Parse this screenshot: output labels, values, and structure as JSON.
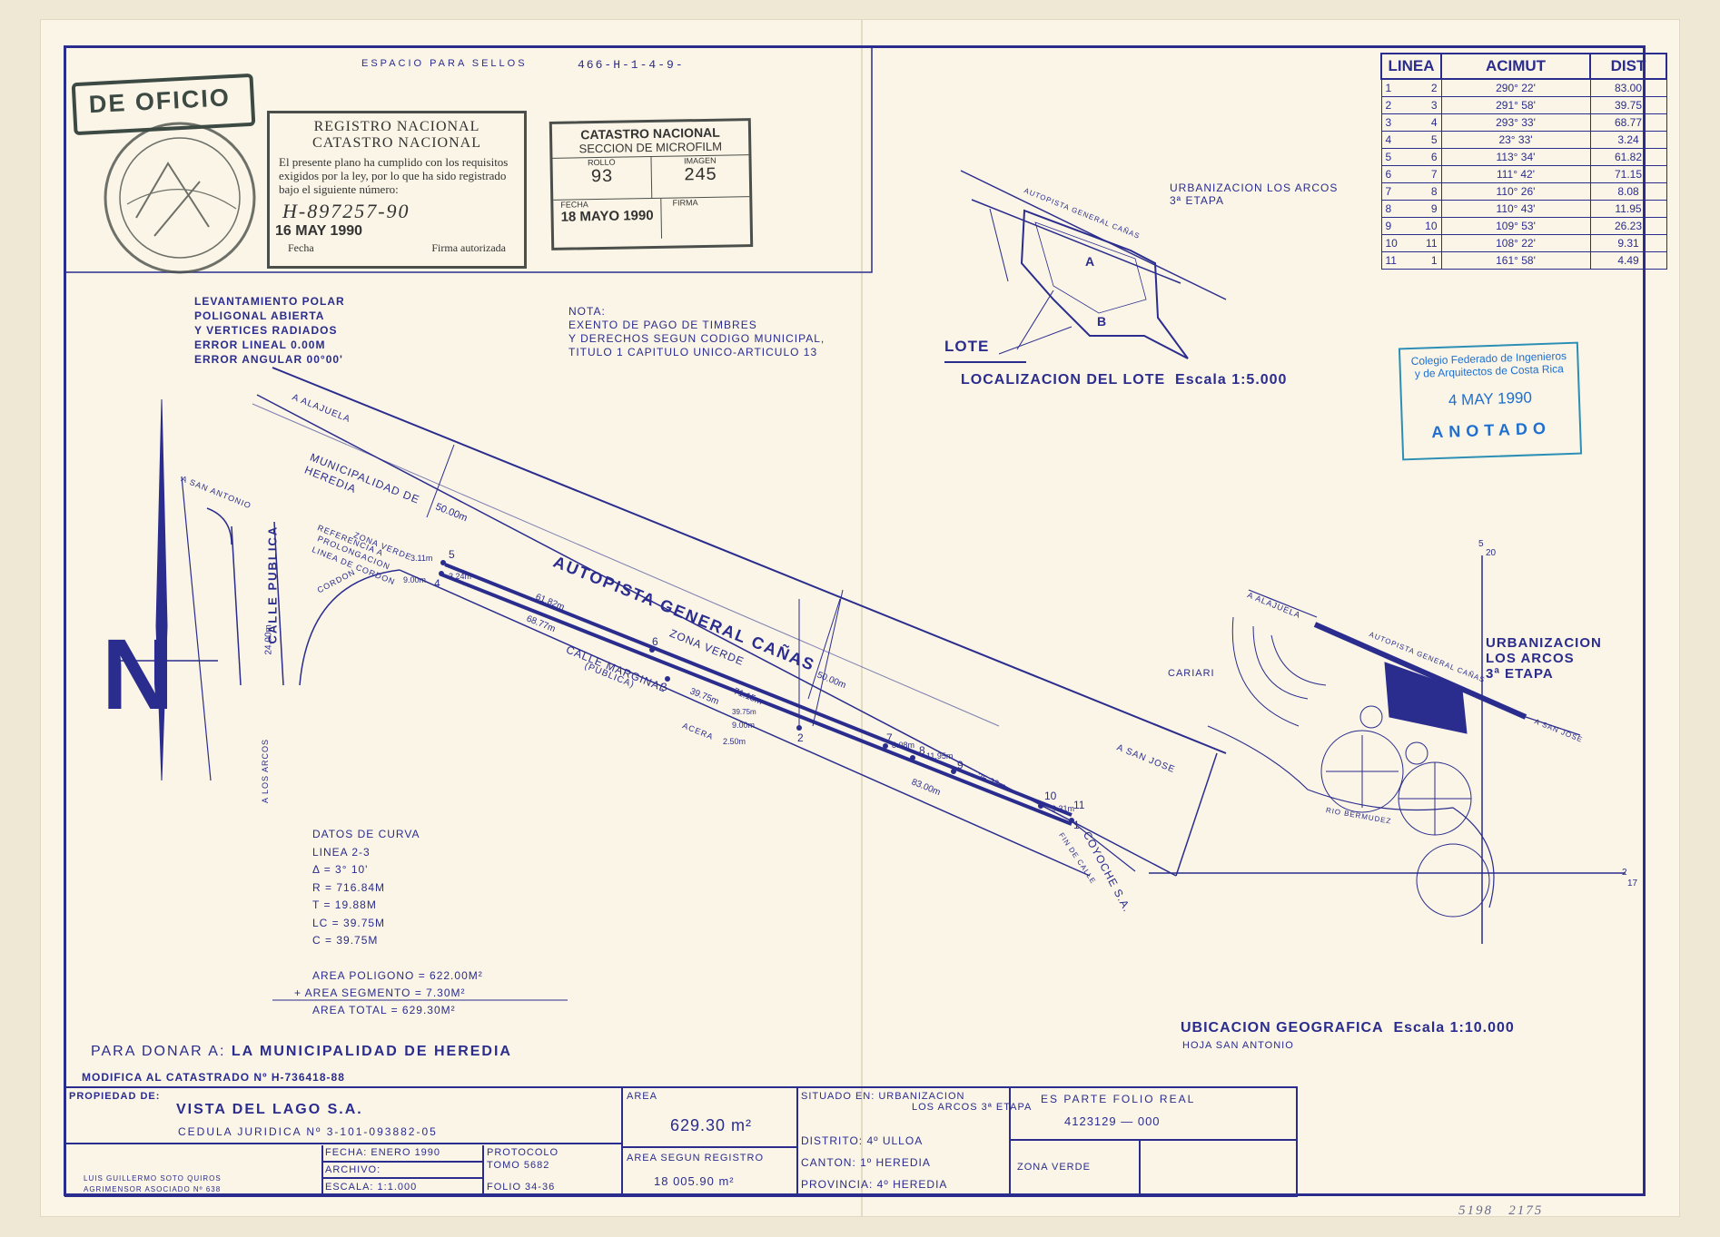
{
  "colors": {
    "ink": "#2a2c8e",
    "paper": "#faf5e6",
    "stamp_blue": "#1f6fd0",
    "stamp_gray": "#4b4f4b"
  },
  "header": {
    "espacio_sellos": "ESPACIO PARA SELLOS",
    "ref_code": "466-H-1-4-9-"
  },
  "stamps": {
    "de_oficio": "DE OFICIO",
    "registro": {
      "line1": "REGISTRO NACIONAL",
      "line2": "CATASTRO NACIONAL",
      "body": "El presente plano ha cumplido con los requisitos exigidos por la ley, por lo que ha sido registrado bajo el siguiente número:",
      "number": "H-897257-90",
      "date": "16 MAY 1990",
      "fecha_label": "Fecha",
      "firma_label": "Firma autorizada"
    },
    "catastro": {
      "title": "CATASTRO NACIONAL",
      "subtitle": "SECCION DE MICROFILM",
      "rollo_label": "ROLLO",
      "rollo": "93",
      "imagen_label": "IMAGEN",
      "imagen": "245",
      "fecha_label": "FECHA",
      "fecha": "18 MAYO 1990",
      "firma_label": "FIRMA"
    },
    "colegio": {
      "line1": "Colegio Federado de Ingenieros",
      "line2": "y de Arquitectos de Costa Rica",
      "date": "4 MAY 1990",
      "status": "ANOTADO"
    }
  },
  "bearing_table": {
    "headers": [
      "LINEA",
      "ACIMUT",
      "DIST"
    ],
    "rows": [
      [
        "1",
        "2",
        "290° 22'",
        "83.00"
      ],
      [
        "2",
        "3",
        "291° 58'",
        "39.75"
      ],
      [
        "3",
        "4",
        "293° 33'",
        "68.77"
      ],
      [
        "4",
        "5",
        "23° 33'",
        "3.24"
      ],
      [
        "5",
        "6",
        "113° 34'",
        "61.82"
      ],
      [
        "6",
        "7",
        "111° 42'",
        "71.15"
      ],
      [
        "7",
        "8",
        "110° 26'",
        "8.08"
      ],
      [
        "8",
        "9",
        "110° 43'",
        "11.95"
      ],
      [
        "9",
        "10",
        "109° 53'",
        "26.23"
      ],
      [
        "10",
        "11",
        "108° 22'",
        "9.31"
      ],
      [
        "11",
        "1",
        "161° 58'",
        "4.49"
      ]
    ]
  },
  "survey_notes": {
    "lines": [
      "LEVANTAMIENTO POLAR",
      "POLIGONAL ABIERTA",
      "Y VERTICES RADIADOS",
      "ERROR LINEAL 0.00m",
      "ERROR ANGULAR 00°00'"
    ]
  },
  "nota": {
    "title": "NOTA:",
    "lines": [
      "EXENTO DE PAGO DE TIMBRES",
      "Y DERECHOS SEGUN CODIGO MUNICIPAL,",
      "TITULO 1 CAPITULO UNICO-ARTICULO 13"
    ]
  },
  "location_map": {
    "urbanizacion": "URBANIZACION LOS ARCOS",
    "etapa": "3ª ETAPA",
    "autopista": "AUTOPISTA GENERAL CAÑAS",
    "lote": "LOTE",
    "label_a": "A",
    "label_b": "B",
    "title": "LOCALIZACION DEL LOTE",
    "scale": "Escala 1:5.000"
  },
  "main_map": {
    "north": "N",
    "a_alajuela": "A ALAJUELA",
    "a_san_antonio": "A SAN ANTONIO",
    "municipalidad": "MUNICIPALIDAD DE",
    "heredia": "HEREDIA",
    "width_top": "50.00m",
    "zona_verde_small": "ZONA VERDE",
    "referencia": "REFERENCIA A",
    "prolongacion": "PROLONGACION",
    "linea_cordon": "LINEA DE CORDON",
    "cordon": "CORDON",
    "d311": "3.11m",
    "d324": "3.24m",
    "d900a": "9.00m",
    "calle_publica": "CALLE PUBLICA",
    "d2400": "24.00m",
    "a_los_arcos": "A LOS ARCOS",
    "autopista": "AUTOPISTA GENERAL CAÑAS",
    "zona_verde": "ZONA VERDE",
    "calle_marginal": "CALLE MARGINAL",
    "publica": "(PUBLICA)",
    "width_mid": "50.00m",
    "d6182": "61.82m",
    "d6877": "68.77m",
    "d7115": "71.15m",
    "d3975a": "39.75m",
    "d3975b": "39.75m",
    "d900b": "9.00m",
    "acera": "ACERA",
    "d250": "2.50m",
    "d808": "8.08m",
    "d1195": "11.95m",
    "d2623": "26.23m",
    "d8300": "83.00m",
    "d931": "9.31m",
    "a_san_jose": "A SAN JOSE",
    "fin_calle": "FIN DE CALLE",
    "coyoche": "COYOCHE S.A.",
    "pt1": "1",
    "pt2": "2",
    "pt3": "3",
    "pt4": "4",
    "pt5": "5",
    "pt6": "6",
    "pt7": "7",
    "pt8": "8",
    "pt9": "9",
    "pt10": "10",
    "pt11": "11"
  },
  "curve_data": {
    "title": "DATOS DE CURVA",
    "linea": "LINEA 2-3",
    "delta": "Δ = 3° 10'",
    "r": "R = 716.84m",
    "t": "T = 19.88m",
    "lc": "LC = 39.75m",
    "c": "C = 39.75m"
  },
  "areas": {
    "poligono": "AREA POLIGONO = 622.00m²",
    "segmento": "+ AREA SEGMENTO = 7.30m²",
    "total": "AREA TOTAL = 629.30m²"
  },
  "geo_map": {
    "urbanizacion": "URBANIZACION",
    "los_arcos": "LOS ARCOS",
    "etapa": "3ª ETAPA",
    "a_alajuela": "A ALAJUELA",
    "autopista": "AUTOPISTA GENERAL CAÑAS",
    "cariari": "CARIARI",
    "a_san_jose": "A SAN JOSE",
    "rio": "RIO BERMUDEZ",
    "grid_5": "5",
    "grid_20": "20",
    "grid_2": "2",
    "grid_17": "17",
    "title": "UBICACION GEOGRAFICA",
    "scale": "Escala 1:10.000",
    "hoja": "HOJA SAN ANTONIO"
  },
  "donation": {
    "prefix": "PARA DONAR A:",
    "name": "LA MUNICIPALIDAD DE HEREDIA",
    "modifica": "MODIFICA AL CATASTRADO Nº H-736418-88"
  },
  "title_block": {
    "propiedad_label": "PROPIEDAD DE:",
    "owner": "VISTA DEL LAGO S.A.",
    "cedula": "CEDULA JURIDICA Nº 3-101-093882-05",
    "agrimensor_name": "LUIS GUILLERMO SOTO QUIROS",
    "agrimensor_title": "AGRIMENSOR ASOCIADO Nº 638",
    "fecha": "FECHA: ENERO 1990",
    "archivo": "ARCHIVO:",
    "escala": "ESCALA: 1:1.000",
    "protocolo": "PROTOCOLO",
    "tomo": "TOMO 5682",
    "folio": "FOLIO 34-36",
    "area_label": "AREA",
    "area_value": "629.30 m²",
    "area_registro_label": "AREA SEGUN REGISTRO",
    "area_registro_value": "18 005.90 m²",
    "situado": "SITUADO EN: URBANIZACION",
    "situado2": "LOS ARCOS 3ª ETAPA",
    "distrito": "DISTRITO: 4º ULLOA",
    "canton": "CANTON: 1º HEREDIA",
    "provincia": "PROVINCIA: 4º HEREDIA",
    "folio_real_label": "ES PARTE FOLIO REAL",
    "folio_real_value": "4123129 — 000",
    "zona_verde": "ZONA VERDE"
  },
  "footer_notes": {
    "n1": "5198",
    "n2": "2175"
  }
}
